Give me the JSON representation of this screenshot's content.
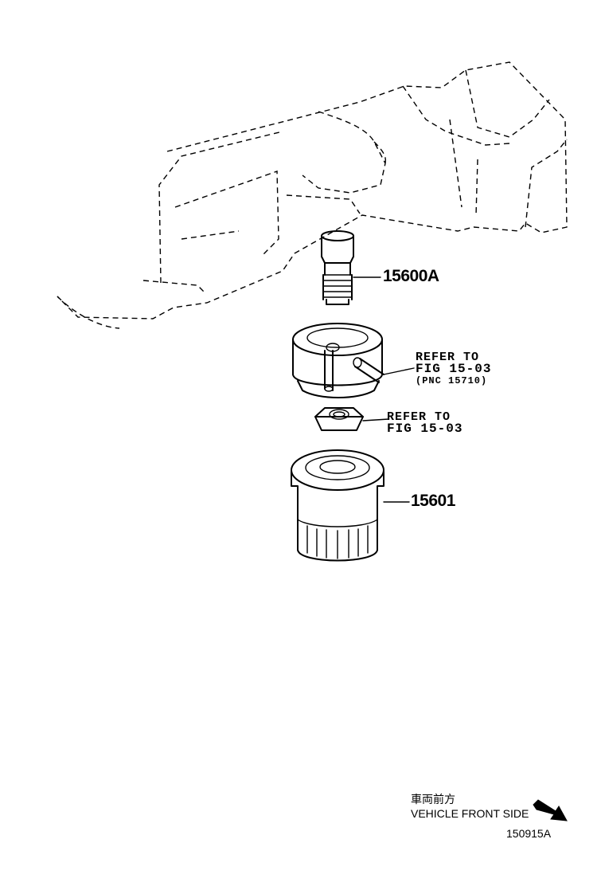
{
  "parts": {
    "union_bolt": "15600A",
    "oil_filter": "15601"
  },
  "references": {
    "bracket": {
      "line1": "REFER TO",
      "line2": "FIG 15-03",
      "line3": "(PNC 15710)"
    },
    "nut": {
      "line1": "REFER TO",
      "line2": "FIG 15-03"
    }
  },
  "orientation": {
    "label_jp": "車両前方",
    "label_en": "VEHICLE FRONT SIDE",
    "icon": "arrow-down-right-icon"
  },
  "figure_id": "150915A"
}
